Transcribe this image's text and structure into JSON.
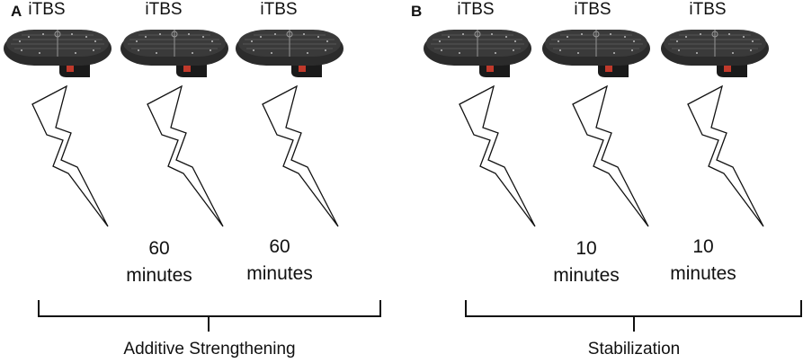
{
  "panels": [
    {
      "letter": "A",
      "coil_labels": [
        "iTBS",
        "iTBS",
        "iTBS"
      ],
      "intervals": [
        {
          "value": "60",
          "unit": "minutes"
        },
        {
          "value": "60",
          "unit": "minutes"
        }
      ],
      "caption": "Additive Strengthening"
    },
    {
      "letter": "B",
      "coil_labels": [
        "iTBS",
        "iTBS",
        "iTBS"
      ],
      "intervals": [
        {
          "value": "10",
          "unit": "minutes"
        },
        {
          "value": "10",
          "unit": "minutes"
        }
      ],
      "caption": "Stabilization"
    }
  ],
  "colors": {
    "coil_body": "#2b2b2b",
    "coil_accent": "#c0392b",
    "line": "#111111"
  },
  "icons": {
    "coil": "tms-coil-icon",
    "stimulation": "lightning-bolt-icon"
  }
}
